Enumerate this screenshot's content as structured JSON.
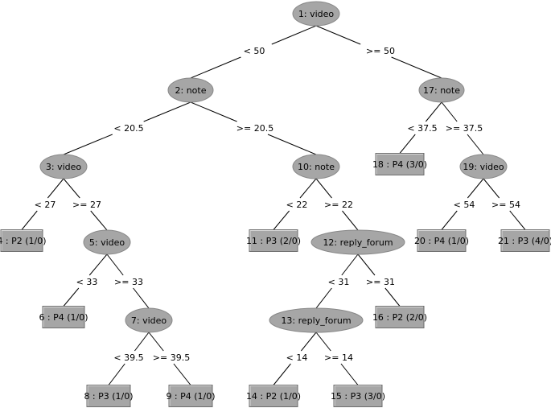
{
  "diagram": {
    "type": "decision-tree",
    "colors": {
      "node_fill": "#a6a6a6",
      "edge": "#000000",
      "background": "#ffffff"
    },
    "nodes": [
      {
        "id": "n1",
        "label": "1: video",
        "shape": "ellipse"
      },
      {
        "id": "n2",
        "label": "2: note",
        "shape": "ellipse"
      },
      {
        "id": "n3",
        "label": "3: video",
        "shape": "ellipse"
      },
      {
        "id": "n4",
        "label": "4 : P2 (1/0)",
        "shape": "rect"
      },
      {
        "id": "n5",
        "label": "5: video",
        "shape": "ellipse"
      },
      {
        "id": "n6",
        "label": "6 : P4 (1/0)",
        "shape": "rect"
      },
      {
        "id": "n7",
        "label": "7: video",
        "shape": "ellipse"
      },
      {
        "id": "n8",
        "label": "8 : P3 (1/0)",
        "shape": "rect"
      },
      {
        "id": "n9",
        "label": "9 : P4 (1/0)",
        "shape": "rect"
      },
      {
        "id": "n10",
        "label": "10: note",
        "shape": "ellipse"
      },
      {
        "id": "n11",
        "label": "11 : P3 (2/0)",
        "shape": "rect"
      },
      {
        "id": "n12",
        "label": "12: reply_forum",
        "shape": "ellipse"
      },
      {
        "id": "n13",
        "label": "13: reply_forum",
        "shape": "ellipse"
      },
      {
        "id": "n14",
        "label": "14 : P2 (1/0)",
        "shape": "rect"
      },
      {
        "id": "n15",
        "label": "15 : P3 (3/0)",
        "shape": "rect"
      },
      {
        "id": "n16",
        "label": "16 : P2 (2/0)",
        "shape": "rect"
      },
      {
        "id": "n17",
        "label": "17: note",
        "shape": "ellipse"
      },
      {
        "id": "n18",
        "label": "18 : P4 (3/0)",
        "shape": "rect"
      },
      {
        "id": "n19",
        "label": "19: video",
        "shape": "ellipse"
      },
      {
        "id": "n20",
        "label": "20 : P4 (1/0)",
        "shape": "rect"
      },
      {
        "id": "n21",
        "label": "21 : P3 (4/0)",
        "shape": "rect"
      }
    ],
    "edges": [
      {
        "from": "n1",
        "to": "n2",
        "label": "< 50"
      },
      {
        "from": "n1",
        "to": "n17",
        "label": ">= 50"
      },
      {
        "from": "n2",
        "to": "n3",
        "label": "< 20.5"
      },
      {
        "from": "n2",
        "to": "n10",
        "label": ">= 20.5"
      },
      {
        "from": "n3",
        "to": "n4",
        "label": "< 27"
      },
      {
        "from": "n3",
        "to": "n5",
        "label": ">= 27"
      },
      {
        "from": "n5",
        "to": "n6",
        "label": "< 33"
      },
      {
        "from": "n5",
        "to": "n7",
        "label": ">= 33"
      },
      {
        "from": "n7",
        "to": "n8",
        "label": "< 39.5"
      },
      {
        "from": "n7",
        "to": "n9",
        "label": ">= 39.5"
      },
      {
        "from": "n10",
        "to": "n11",
        "label": "< 22"
      },
      {
        "from": "n10",
        "to": "n12",
        "label": ">= 22"
      },
      {
        "from": "n12",
        "to": "n13",
        "label": "< 31"
      },
      {
        "from": "n12",
        "to": "n16",
        "label": ">= 31"
      },
      {
        "from": "n13",
        "to": "n14",
        "label": "< 14"
      },
      {
        "from": "n13",
        "to": "n15",
        "label": ">= 14"
      },
      {
        "from": "n17",
        "to": "n18",
        "label": "< 37.5"
      },
      {
        "from": "n17",
        "to": "n19",
        "label": ">= 37.5"
      },
      {
        "from": "n19",
        "to": "n20",
        "label": "< 54"
      },
      {
        "from": "n19",
        "to": "n21",
        "label": ">= 54"
      }
    ]
  }
}
